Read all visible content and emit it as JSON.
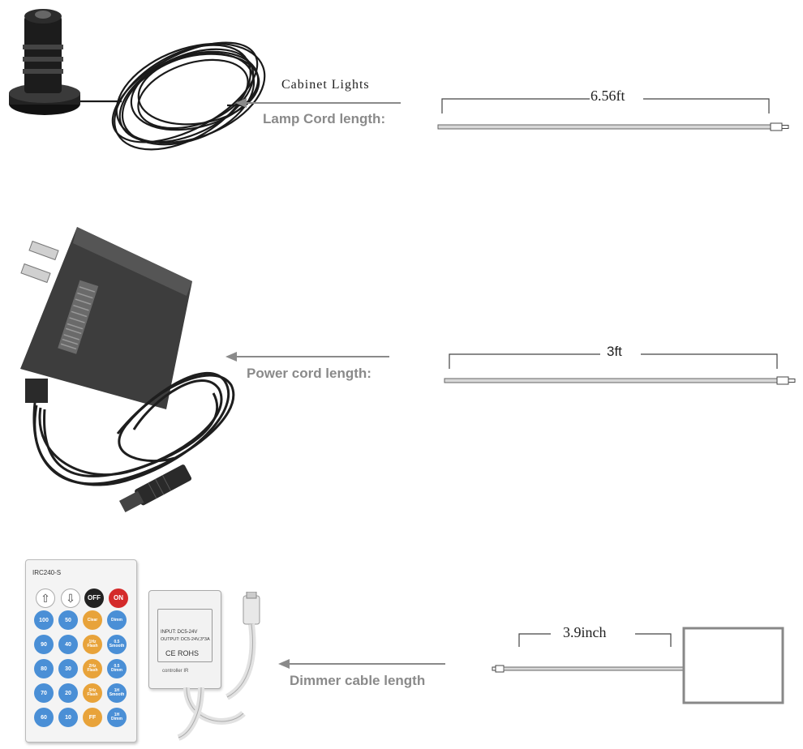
{
  "section1": {
    "title": "Cabinet Lights",
    "cord_label": "Lamp Cord length:",
    "measure": "6.56ft"
  },
  "section2": {
    "cord_label": "Power cord length:",
    "measure": "3ft"
  },
  "section3": {
    "cord_label": "Dimmer cable length",
    "measure": "3.9inch",
    "remote": {
      "model": "IRC240-S",
      "off": "OFF",
      "on": "ON",
      "rows": [
        [
          "100",
          "50",
          "Clear",
          "Dimm"
        ],
        [
          "90",
          "40",
          "1Hz\nFlash",
          "0.5\nSmooth"
        ],
        [
          "80",
          "30",
          "2Hz\nFlash",
          "0.5\nDimm"
        ],
        [
          "70",
          "20",
          "5Hz\nFlash",
          "1H\nSmooth"
        ],
        [
          "60",
          "10",
          "FF",
          "1H\nDimm"
        ]
      ]
    },
    "controller": {
      "input": "INPUT: DC5-24V",
      "output": "OUTPUT: DC5-24V,3*3A",
      "marks": "CE  ROHS",
      "footer": "controller  IR"
    }
  },
  "colors": {
    "arrow": "#8a8a8a",
    "line": "#555555",
    "device": "#222222"
  }
}
